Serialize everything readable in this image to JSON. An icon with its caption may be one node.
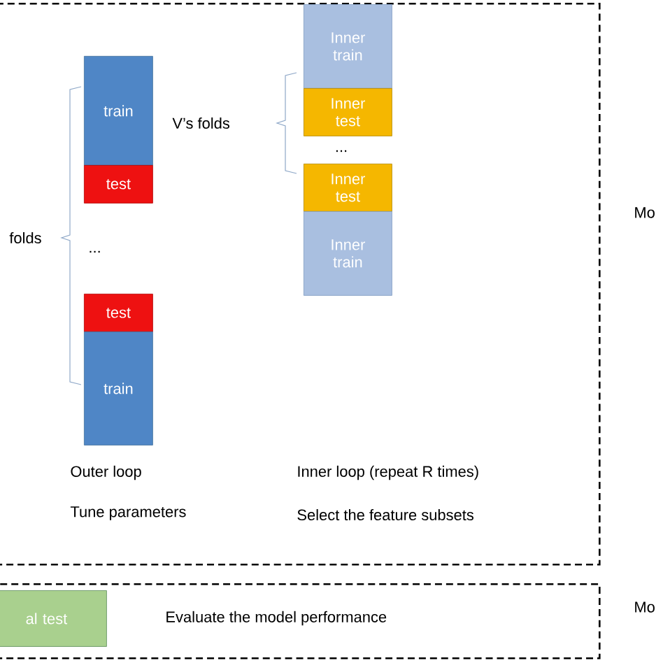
{
  "diagram": {
    "nodes": [
      {
        "text": [],
        "shape": "box",
        "beside": [
          "Mo"
        ]
      },
      {
        "text": [
          "train"
        ],
        "in": 0
      },
      {
        "text": [
          "test"
        ],
        "in": 0
      },
      {
        "text": [
          "test"
        ],
        "in": 0
      },
      {
        "text": [
          "train"
        ],
        "in": 0
      },
      {
        "text": [
          "Inner train"
        ],
        "in": 0
      },
      {
        "text": [
          "Inner test"
        ],
        "in": 0
      },
      {
        "text": [
          "Inner test"
        ],
        "in": 0
      },
      {
        "text": [
          "Inner train"
        ],
        "in": 0
      },
      {
        "text": [],
        "shape": "box",
        "beside": [
          "Mo"
        ]
      },
      {
        "text": [
          "al test"
        ],
        "in": 9
      }
    ],
    "edges": [],
    "labels": [
      "folds",
      "...",
      "V’s folds",
      "...",
      "Outer loop",
      "Tune parameters",
      "Inner loop (repeat R times)",
      "Select the feature subsets",
      "Evaluate the model performance"
    ]
  }
}
